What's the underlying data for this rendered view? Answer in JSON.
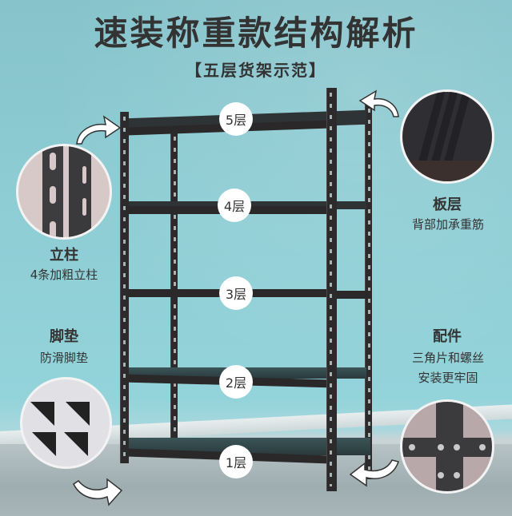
{
  "header": {
    "title": "速装称重款结构解析",
    "subtitle": "【五层货架示范】"
  },
  "rack": {
    "levels": [
      {
        "label": "5层"
      },
      {
        "label": "4层"
      },
      {
        "label": "3层"
      },
      {
        "label": "2层"
      },
      {
        "label": "1层"
      }
    ]
  },
  "callouts": {
    "post": {
      "title": "立柱",
      "desc": "4条加粗立柱"
    },
    "shelf": {
      "title": "板层",
      "desc": "背部加承重筋"
    },
    "feet": {
      "title": "脚垫",
      "desc": "防滑脚垫"
    },
    "parts": {
      "title": "配件",
      "desc_line1": "三角片和螺丝",
      "desc_line2": "安装更牢固"
    }
  },
  "colors": {
    "wall": "#8ecdd4",
    "text": "#333333",
    "frame": "#2c2a2b",
    "label_bg": "#ffffff"
  }
}
